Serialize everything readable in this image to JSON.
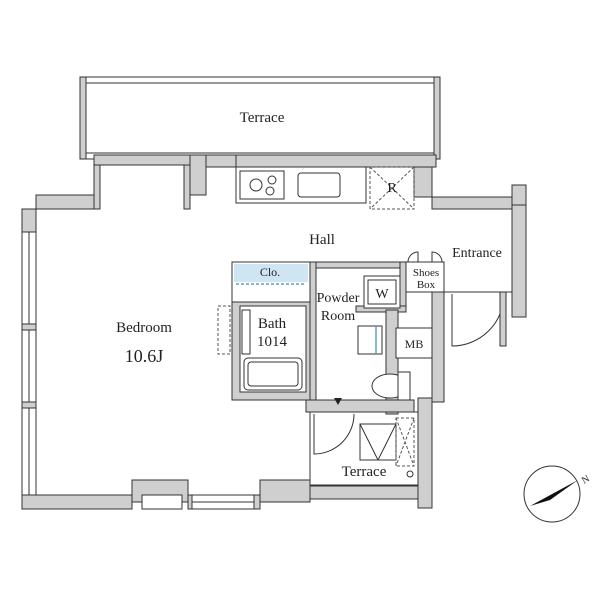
{
  "labels": {
    "terrace_top": "Terrace",
    "hall": "Hall",
    "entrance": "Entrance",
    "shoes_line1": "Shoes",
    "shoes_line2": "Box",
    "closet": "Clo.",
    "powder_line1": "Powder",
    "powder_line2": "Room",
    "washer": "W",
    "bath_line1": "Bath",
    "bath_line2": "1014",
    "meter_box": "MB",
    "bedroom": "Bedroom",
    "bedroom_size": "10.6J",
    "terrace_bottom": "Terrace",
    "refrigerator": "R",
    "north": "N"
  },
  "colors": {
    "wall": "#cfcfcf",
    "line": "#333333",
    "water": "#cfe6f2",
    "water_line": "#5aa0c8"
  }
}
